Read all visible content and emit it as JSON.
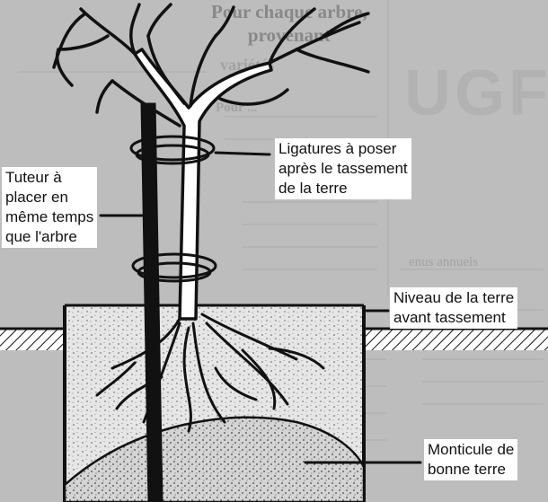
{
  "labels": {
    "ligatures": [
      "Ligatures à poser",
      "après le tassement",
      "de la terre"
    ],
    "tuteur": [
      "Tuteur à",
      "placer en",
      "même temps",
      "que l'arbre"
    ],
    "niveau": [
      "Niveau de la terre",
      "avant tassement"
    ],
    "monticule": [
      "Monticule de",
      "bonne terre"
    ]
  },
  "background_text": {
    "heading_lines": [
      "Pour chaque arbre,",
      "provenant"
    ],
    "partial_heading": "variétés",
    "stamp": "UGFV",
    "snippets": [
      "Pour ...",
      "enus annuels"
    ]
  }
}
